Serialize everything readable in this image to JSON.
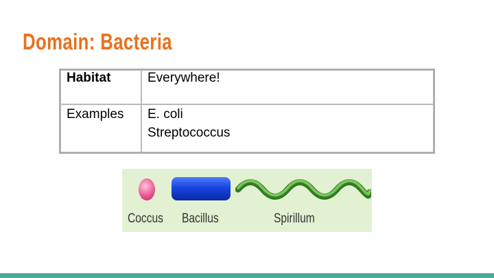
{
  "slide": {
    "title": "Domain: Bacteria"
  },
  "table": {
    "rows": [
      {
        "label": "Habitat",
        "lines": [
          "Everywhere!"
        ]
      },
      {
        "label": "Examples",
        "lines": [
          "E. coli",
          "Streptococcus"
        ]
      }
    ]
  },
  "figure": {
    "labels": [
      "Coccus",
      "Bacillus",
      "Spirillum"
    ]
  },
  "colors": {
    "title": "#e8711c",
    "figure_background": "#e3f1d3",
    "coccus": "#e24a86",
    "bacillus": "#1e4ee8",
    "spirillum": "#3f9a2e",
    "footer": "#4aa99b"
  }
}
